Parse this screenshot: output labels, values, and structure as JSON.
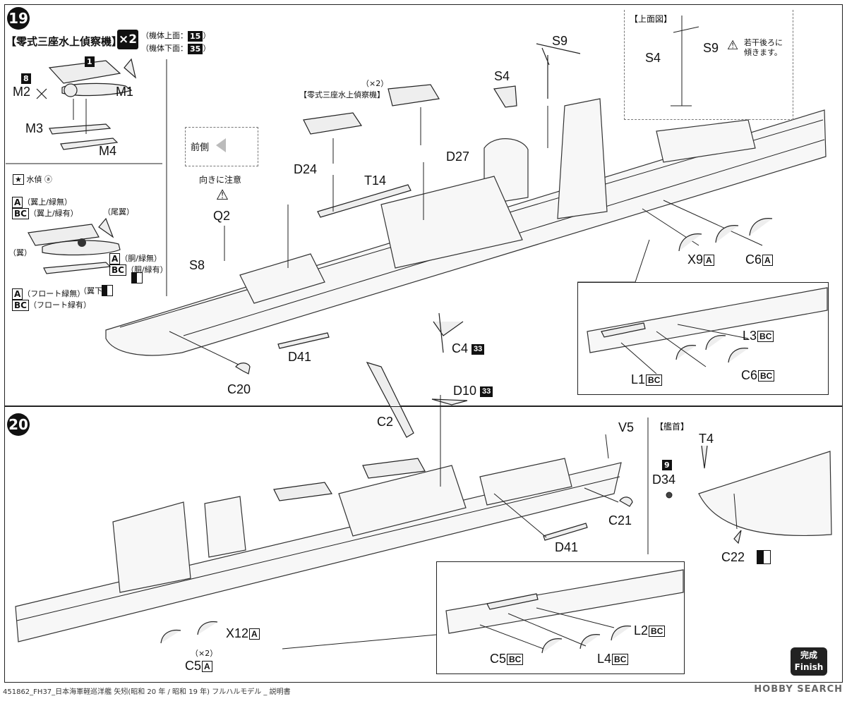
{
  "step19": {
    "number": "19",
    "plane_title": "【零式三座水上偵察機】",
    "qty_badge": "×2",
    "body_top_label": "（機体上面：",
    "body_top_no": "15",
    "body_bottom_label": "（機体下面：",
    "body_bottom_no": "35",
    "paren_close": "）",
    "plane_parts": {
      "m1": "M1",
      "m2": "M2",
      "m3": "M3",
      "m4": "M4",
      "step_m1": "1",
      "step_m2": "8"
    },
    "decal_note": "水偵",
    "decal_mark": "ⓐ",
    "legend": [
      {
        "box": "A",
        "text": "（翼上/緑無）"
      },
      {
        "box": "BC",
        "text": "（翼上/緑有）"
      },
      {
        "box": "",
        "text": "（尾翼）"
      },
      {
        "box": "",
        "text": "（翼）"
      },
      {
        "box": "A",
        "text": "（胴/緑無）"
      },
      {
        "box": "BC",
        "text": "（胴/緑有）"
      },
      {
        "box": "",
        "text": "（翼下）"
      },
      {
        "box": "A",
        "text": "（フロート緑無）"
      },
      {
        "box": "BC",
        "text": "（フロート緑有）"
      }
    ],
    "direction_label": "前側",
    "caution": "向きに注意",
    "plane2_qty": "（×2）",
    "plane2_title": "【零式三座水上偵察機】",
    "top_view_title": "【上面図】",
    "top_view_note": "若干後ろに傾きます。",
    "parts": {
      "s9": "S9",
      "s4": "S4",
      "d24": "D24",
      "d27": "D27",
      "t14": "T14",
      "q2": "Q2",
      "s8": "S8",
      "d41": "D41",
      "c20": "C20",
      "x9": "X9",
      "x9box": "A",
      "c6": "C6",
      "c6box": "A",
      "c4": "C4",
      "c4no": "33",
      "d10": "D10",
      "d10no": "33",
      "l3": "L3",
      "l3box": "BC",
      "l1": "L1",
      "l1box": "BC",
      "c6b": "C6",
      "c6bbox": "BC"
    }
  },
  "step20": {
    "number": "20",
    "bow_title": "【艦首】",
    "parts": {
      "c2": "C2",
      "v5": "V5",
      "t4": "T4",
      "d34": "D34",
      "d34no": "9",
      "c21": "C21",
      "d41": "D41",
      "c22": "C22",
      "x12": "X12",
      "x12box": "A",
      "c5qty": "（×2）",
      "c5": "C5",
      "c5box": "A",
      "l2": "L2",
      "l2box": "BC",
      "c5b": "C5",
      "c5bbox": "BC",
      "l4": "L4",
      "l4box": "BC"
    },
    "finish_jp": "完成",
    "finish_en": "Finish"
  },
  "footer": "451862_FH37_日本海軍軽巡洋艦 矢矧(昭和 20 年 / 昭和 19 年) フルハルモデル _ 説明書",
  "watermark": "HOBBY SEARCH"
}
